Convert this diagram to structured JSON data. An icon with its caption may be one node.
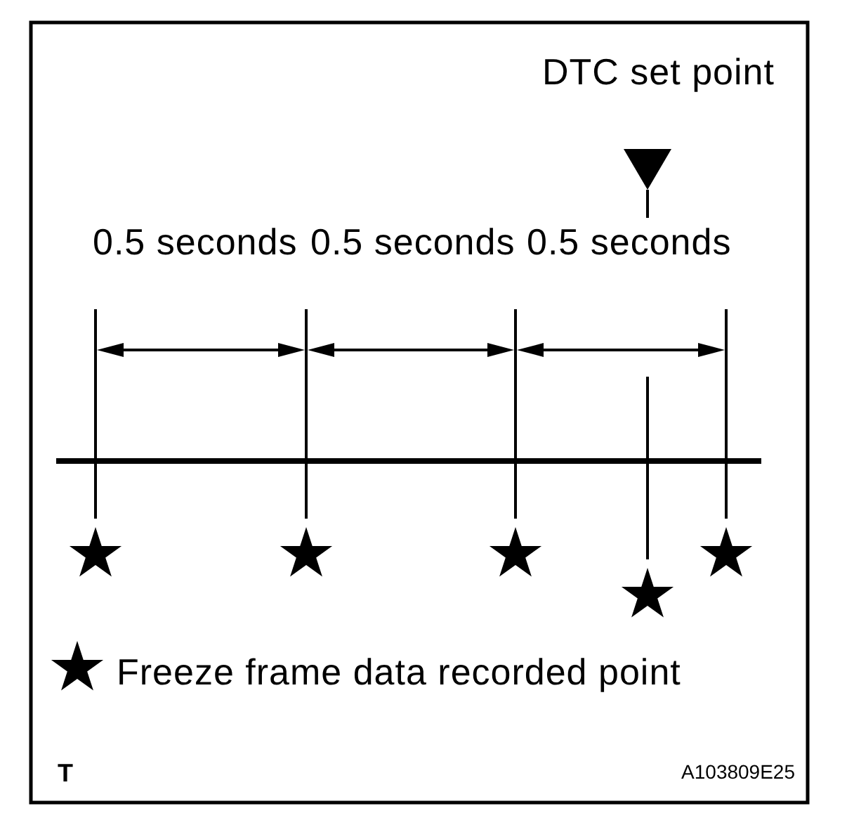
{
  "diagram": {
    "labels": [
      "DTC set point",
      "0.5 seconds",
      "0.5 seconds",
      "0.5 seconds",
      "T",
      "A103809E25"
    ],
    "legend": [
      {
        "text": "Freeze frame data recorded point"
      }
    ]
  }
}
